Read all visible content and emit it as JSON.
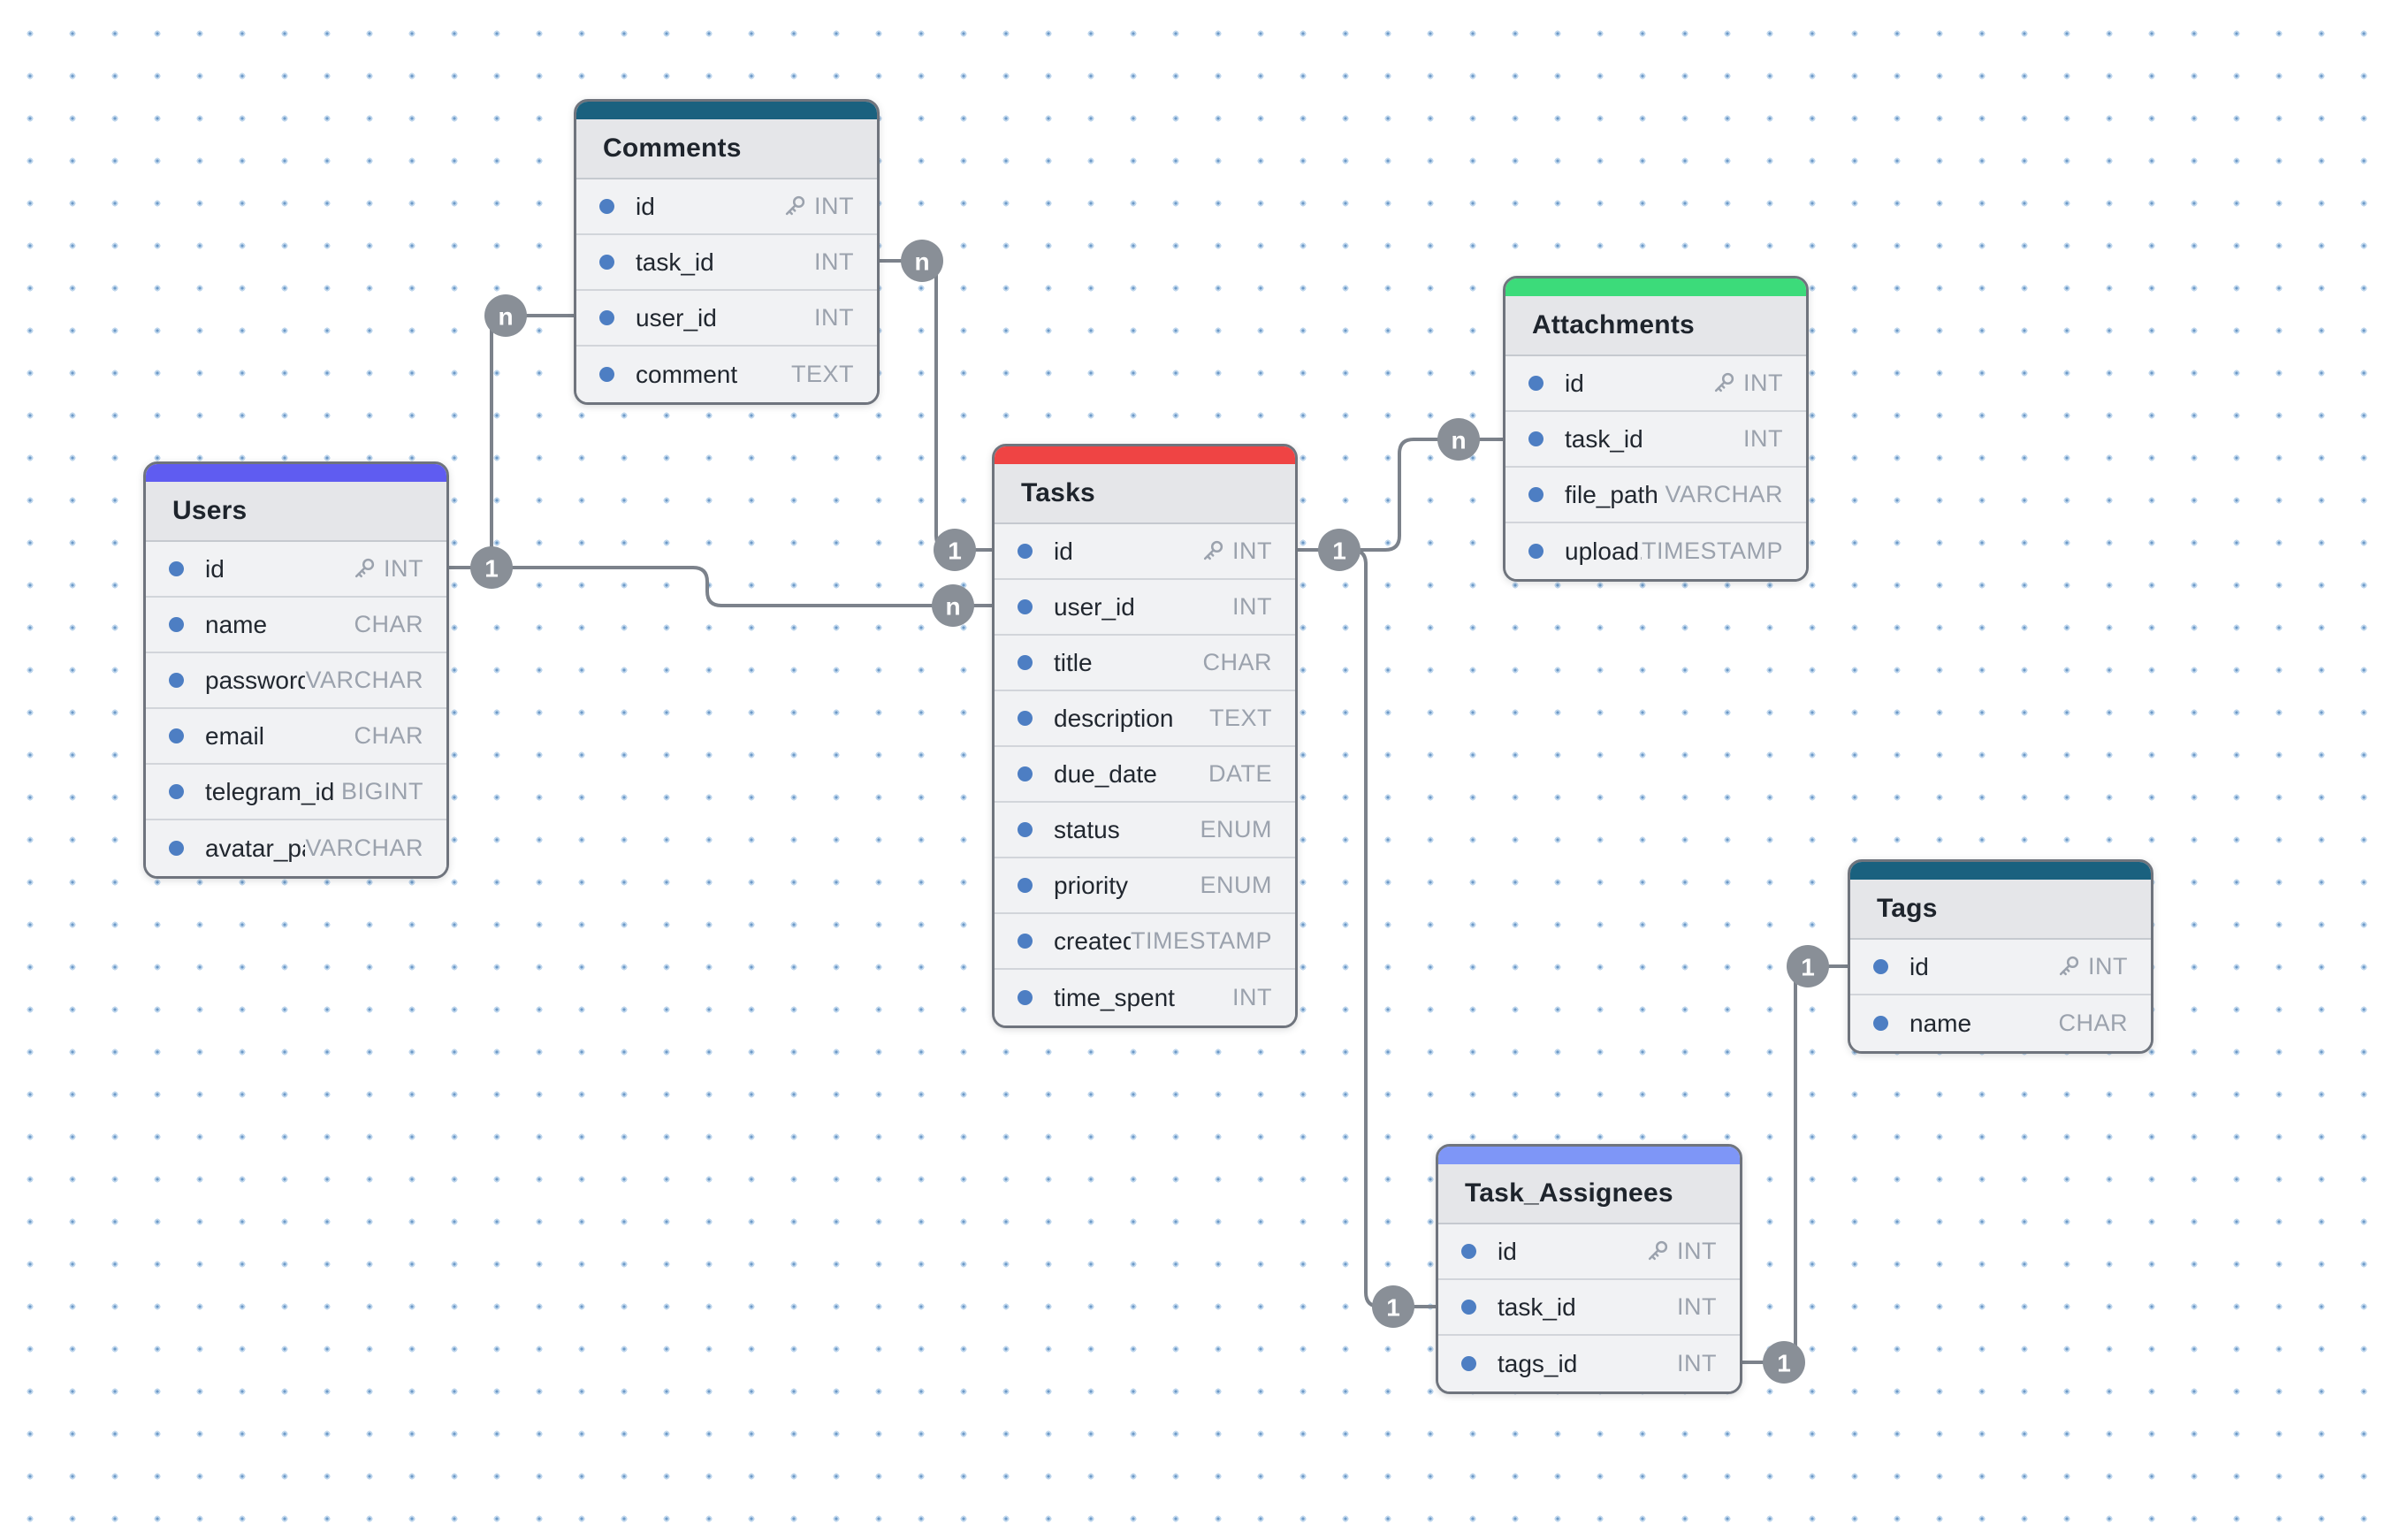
{
  "diagram": {
    "canvas_name": "er-diagram-canvas",
    "edge_color": "#7c828b",
    "badge_color": "#898f97",
    "tables": [
      {
        "name": "Comments",
        "accent_color": "#1a617f",
        "fields": [
          {
            "name": "id",
            "type": "INT",
            "primary_key": true
          },
          {
            "name": "task_id",
            "type": "INT",
            "primary_key": false
          },
          {
            "name": "user_id",
            "type": "INT",
            "primary_key": false
          },
          {
            "name": "comment",
            "type": "TEXT",
            "primary_key": false
          }
        ]
      },
      {
        "name": "Users",
        "accent_color": "#5f5cf1",
        "fields": [
          {
            "name": "id",
            "type": "INT",
            "primary_key": true
          },
          {
            "name": "name",
            "type": "CHAR",
            "primary_key": false
          },
          {
            "name": "password",
            "type": "VARCHAR",
            "primary_key": false
          },
          {
            "name": "email",
            "type": "CHAR",
            "primary_key": false
          },
          {
            "name": "telegram_id",
            "type": "BIGINT",
            "primary_key": false
          },
          {
            "name": "avatar_pa...",
            "type": "VARCHAR",
            "primary_key": false
          }
        ]
      },
      {
        "name": "Tasks",
        "accent_color": "#ef4444",
        "fields": [
          {
            "name": "id",
            "type": "INT",
            "primary_key": true
          },
          {
            "name": "user_id",
            "type": "INT",
            "primary_key": false
          },
          {
            "name": "title",
            "type": "CHAR",
            "primary_key": false
          },
          {
            "name": "description",
            "type": "TEXT",
            "primary_key": false
          },
          {
            "name": "due_date",
            "type": "DATE",
            "primary_key": false
          },
          {
            "name": "status",
            "type": "ENUM",
            "primary_key": false
          },
          {
            "name": "priority",
            "type": "ENUM",
            "primary_key": false
          },
          {
            "name": "created...",
            "type": "TIMESTAMP",
            "primary_key": false
          },
          {
            "name": "time_spent",
            "type": "INT",
            "primary_key": false
          }
        ]
      },
      {
        "name": "Attachments",
        "accent_color": "#3cdb7a",
        "fields": [
          {
            "name": "id",
            "type": "INT",
            "primary_key": true
          },
          {
            "name": "task_id",
            "type": "INT",
            "primary_key": false
          },
          {
            "name": "file_path",
            "type": "VARCHAR",
            "primary_key": false
          },
          {
            "name": "upload...",
            "type": "TIMESTAMP",
            "primary_key": false
          }
        ]
      },
      {
        "name": "Tags",
        "accent_color": "#1a617f",
        "fields": [
          {
            "name": "id",
            "type": "INT",
            "primary_key": true
          },
          {
            "name": "name",
            "type": "CHAR",
            "primary_key": false
          }
        ]
      },
      {
        "name": "Task_Assignees",
        "accent_color": "#7e96f7",
        "fields": [
          {
            "name": "id",
            "type": "INT",
            "primary_key": true
          },
          {
            "name": "task_id",
            "type": "INT",
            "primary_key": false
          },
          {
            "name": "tags_id",
            "type": "INT",
            "primary_key": false
          }
        ]
      }
    ],
    "relationships": [
      {
        "from": "Users.id",
        "to": "Comments.user_id",
        "from_cardinality": "1",
        "to_cardinality": "n"
      },
      {
        "from": "Users.id",
        "to": "Tasks.user_id",
        "from_cardinality": "1",
        "to_cardinality": "n"
      },
      {
        "from": "Tasks.id",
        "to": "Comments.task_id",
        "from_cardinality": "1",
        "to_cardinality": "n"
      },
      {
        "from": "Tasks.id",
        "to": "Attachments.task_id",
        "from_cardinality": "1",
        "to_cardinality": "n"
      },
      {
        "from": "Tasks.id",
        "to": "Task_Assignees.task_id",
        "from_cardinality": "1",
        "to_cardinality": "1"
      },
      {
        "from": "Tags.id",
        "to": "Task_Assignees.tags_id",
        "from_cardinality": "1",
        "to_cardinality": "1"
      }
    ]
  }
}
